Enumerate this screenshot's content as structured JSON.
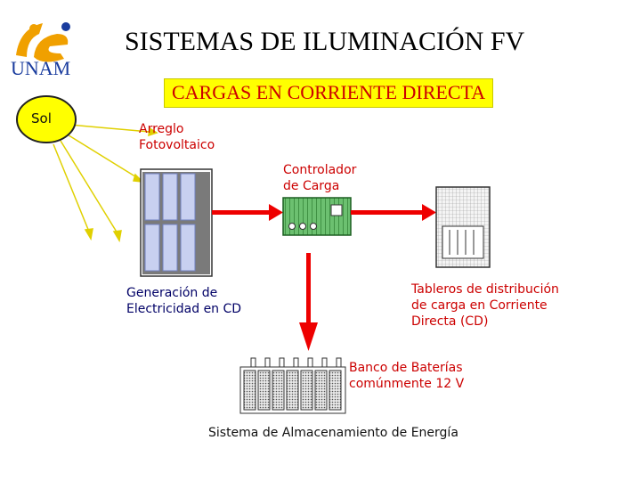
{
  "header": {
    "logo_text": "UNAM",
    "title": "SISTEMAS DE ILUMINACIÓN FV",
    "subtitle": "CARGAS EN CORRIENTE DIRECTA"
  },
  "nodes": {
    "sun": "Sol",
    "array": [
      "Arreglo",
      "Fotovoltaico"
    ],
    "controller": [
      "Controlador",
      "de Carga"
    ],
    "generation": [
      "Generación de",
      "Electricidad en CD"
    ],
    "panels": [
      "Tableros de distribución",
      "de carga en Corriente",
      "Directa (CD)"
    ],
    "battery": [
      "Banco de Baterías",
      "comúnmente 12 V"
    ],
    "storage": "Sistema de Almacenamiento de Energía"
  },
  "colors": {
    "accent_red": "#cc0000",
    "highlight_yellow": "#ffff00",
    "sun_yellow": "#ffff00",
    "panel_blue": "#c8d0f0",
    "controller_green": "#4caf50",
    "logo_orange": "#f0a000",
    "logo_blue": "#1a3c9e"
  }
}
